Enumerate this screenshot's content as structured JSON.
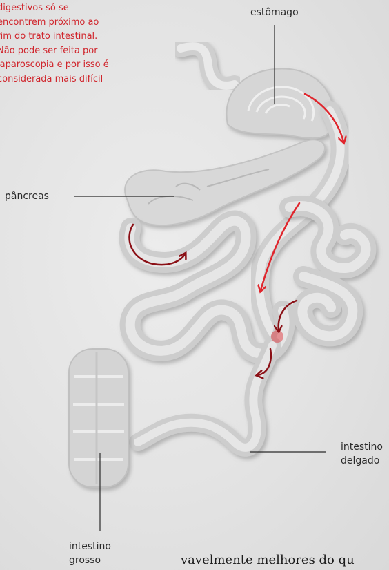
{
  "note_text": "digestivos só se\nencontrem próximo ao\nfim do trato intestinal.\nNão pode ser feita por\nlaparoscopia e por isso é\nconsiderada mais difícil",
  "labels": {
    "stomach": "estômago",
    "pancreas": "pâncreas",
    "small_intestine": "intestino\ndelgado",
    "large_intestine": "intestino\ngrosso"
  },
  "footer_text": "vavelmente melhores do qu",
  "colors": {
    "note": "#d0252c",
    "arrow_red": "#e0252c",
    "arrow_dark": "#8b1016",
    "organ": "#d3d3d3"
  }
}
